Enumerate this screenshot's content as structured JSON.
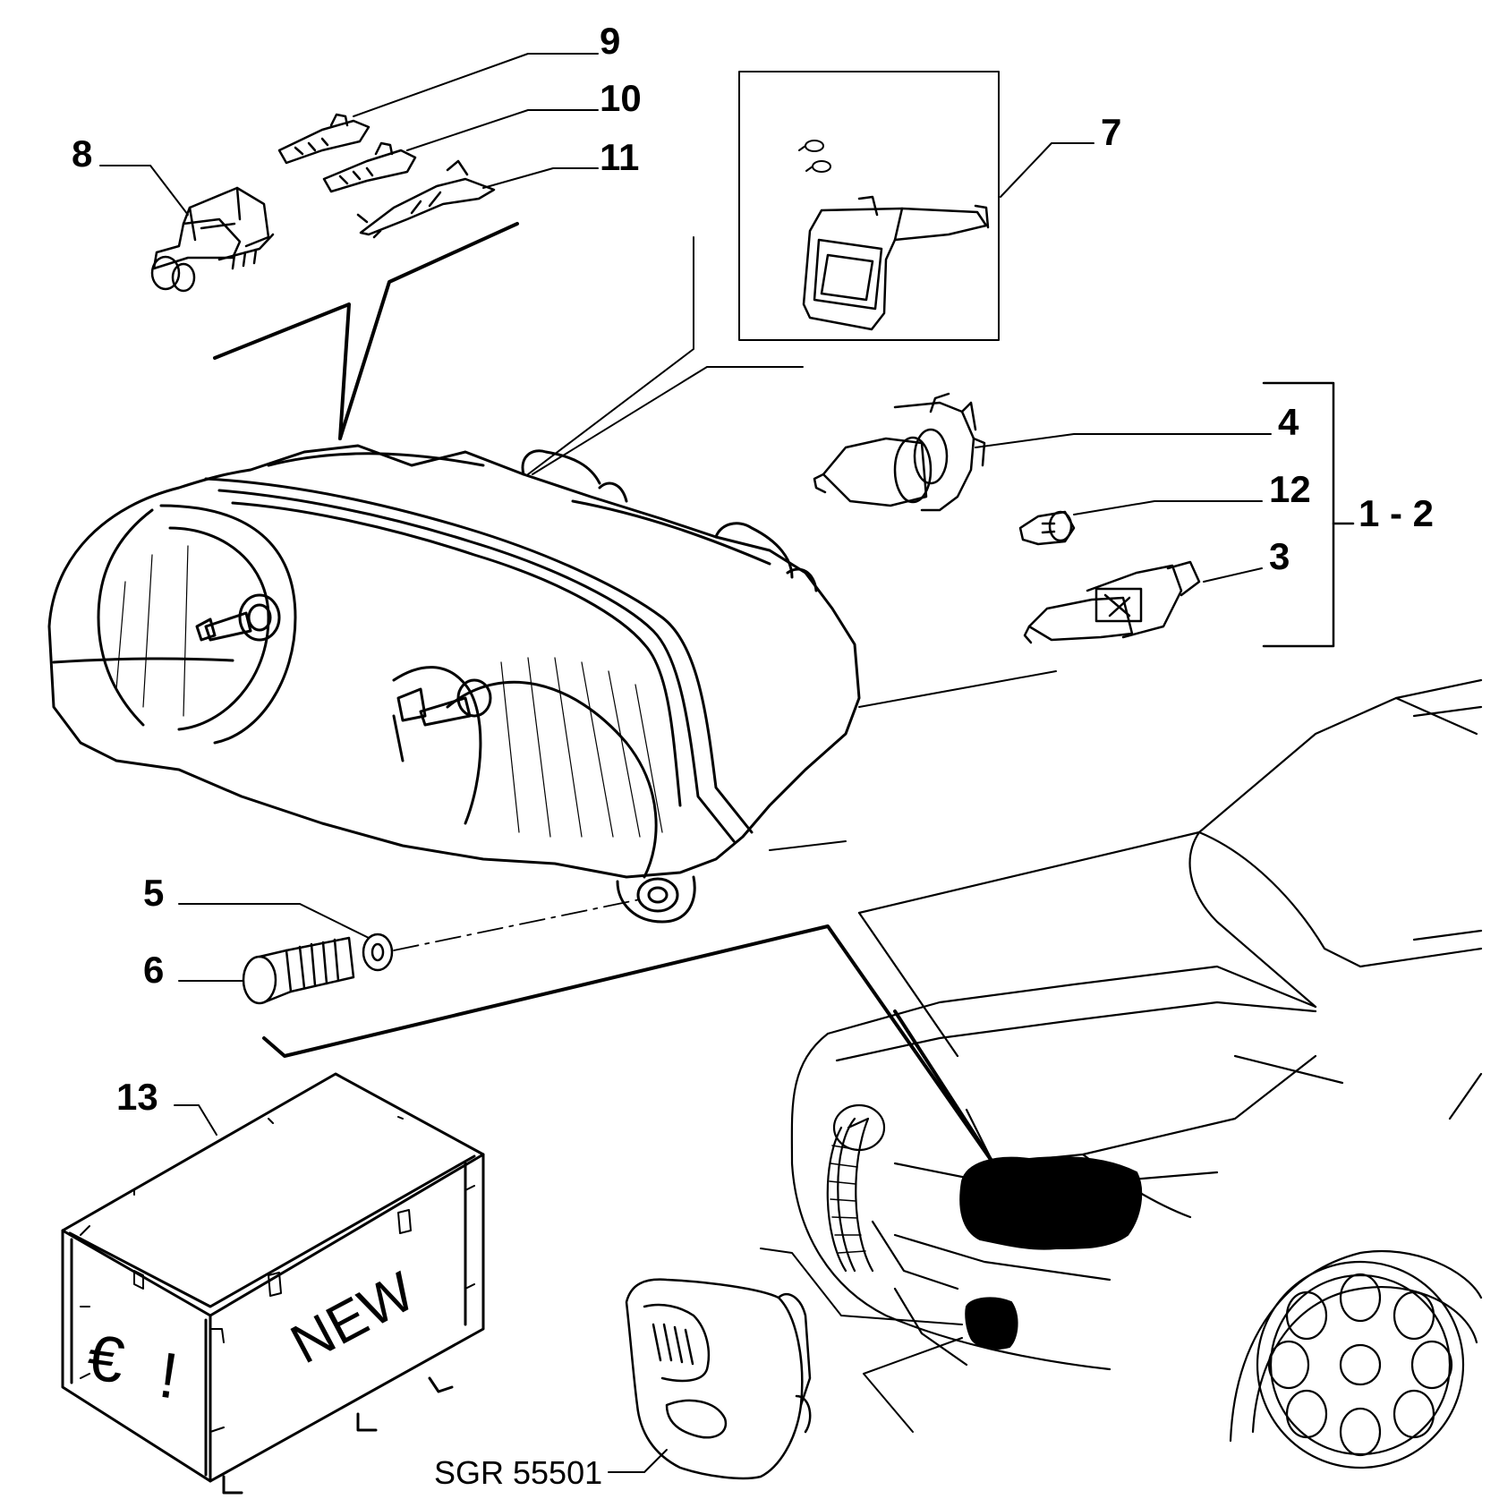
{
  "callouts": {
    "c1_2": "1 - 2",
    "c3": "3",
    "c4": "4",
    "c5": "5",
    "c6": "6",
    "c7": "7",
    "c8": "8",
    "c9": "9",
    "c10": "10",
    "c11": "11",
    "c12": "12",
    "c13": "13"
  },
  "reference_code": "SGR 55501",
  "box_marks": {
    "new": "NEW",
    "euro": "€",
    "exclaim": "!"
  },
  "colors": {
    "line": "#000000",
    "background": "#ffffff"
  }
}
